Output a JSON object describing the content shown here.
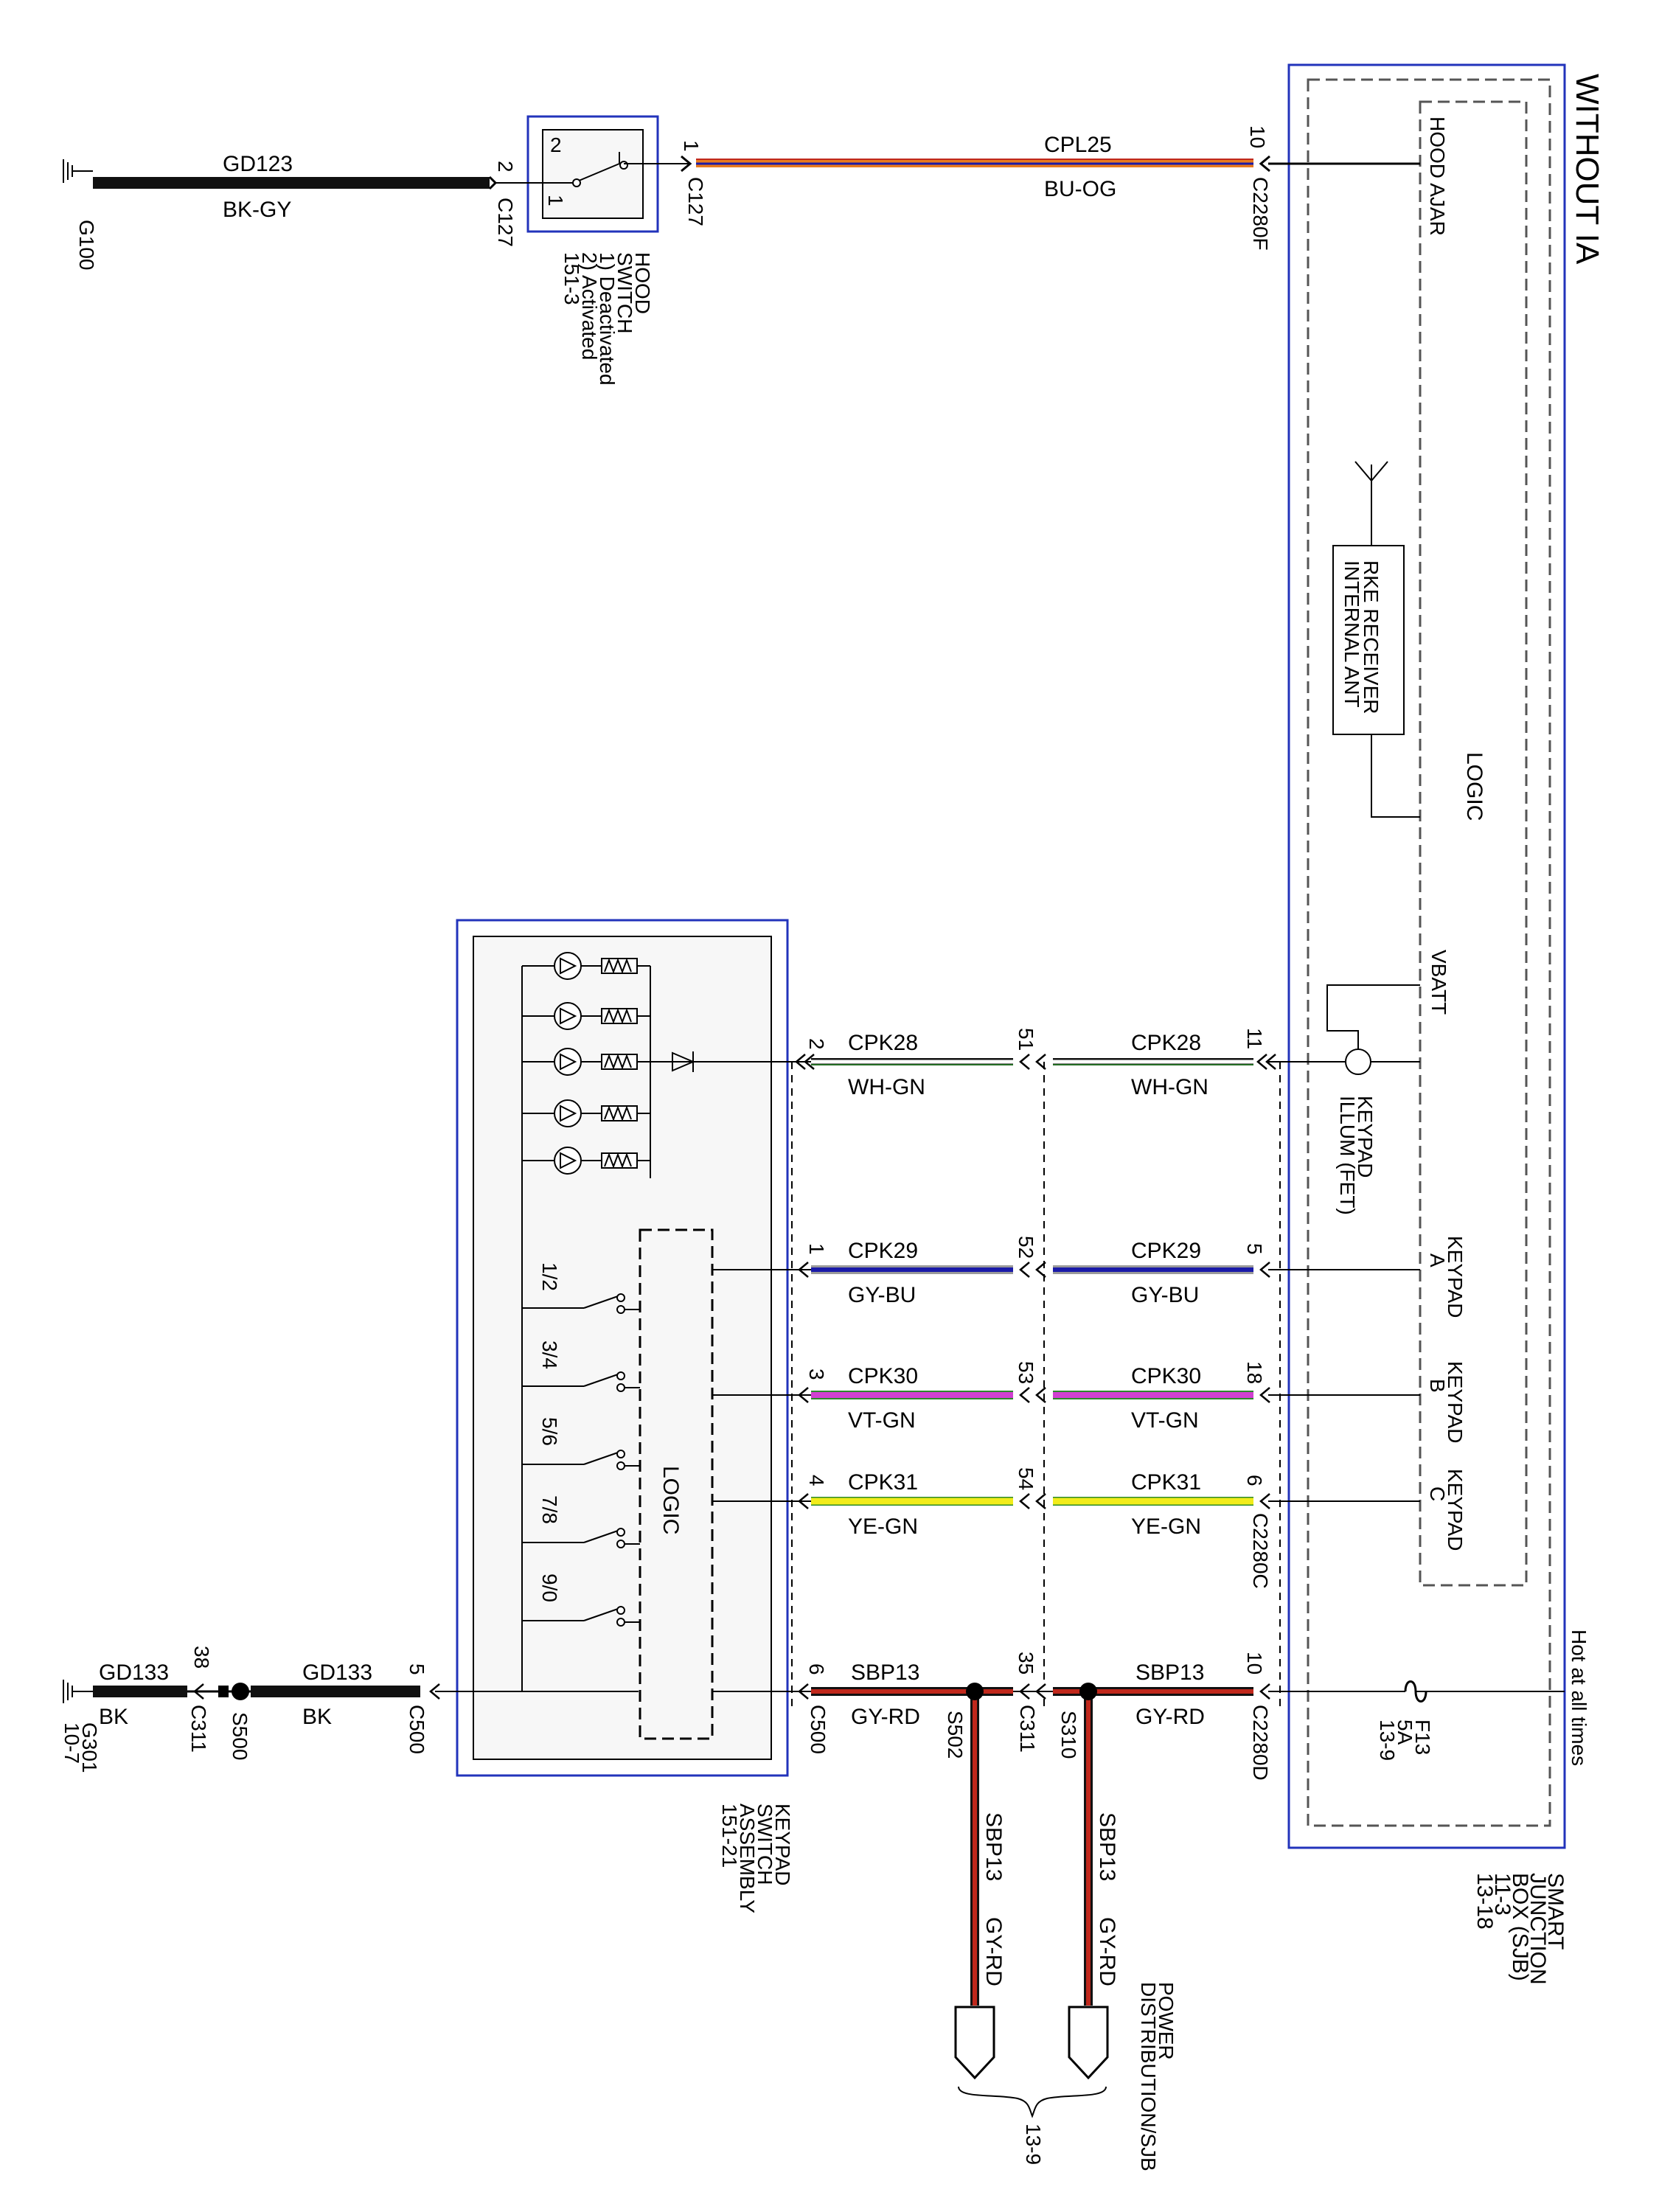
{
  "header": {
    "title": "WITHOUT IA"
  },
  "modules": {
    "sjb": {
      "name_lines": [
        "SMART",
        "JUNCTION",
        "BOX (SJB)",
        "11-3",
        "13-18"
      ],
      "logic_label": "LOGIC",
      "rke_lines": [
        "RKE RECEIVER",
        "INTERNAL ANT"
      ],
      "hood_ajar": "HOOD AJAR",
      "vbatt": "VBATT",
      "keypad_illum": [
        "KEYPAD",
        "ILLUM (FET)"
      ],
      "keypad_a": [
        "KEYPAD",
        "A"
      ],
      "keypad_b": [
        "KEYPAD",
        "B"
      ],
      "keypad_c": [
        "KEYPAD",
        "C"
      ],
      "hot_at_all_times": "Hot at all times",
      "fuse": [
        "F13",
        "5A",
        "13-9"
      ]
    },
    "hood_switch": {
      "name_lines": [
        "HOOD",
        "SWITCH",
        "1) Deactivated",
        "2) Activated",
        "151-3"
      ],
      "pin1": "1",
      "pin2": "2"
    },
    "keypad_switch": {
      "name_lines": [
        "KEYPAD",
        "SWITCH",
        "ASSEMBLY",
        "151-21"
      ],
      "logic_label": "LOGIC",
      "switch_labels": [
        "1/2",
        "3/4",
        "5/6",
        "7/8",
        "9/0"
      ]
    },
    "power_distribution": {
      "name_lines": [
        "POWER",
        "DISTRIBUTION/SJB"
      ],
      "ref": "13-9"
    }
  },
  "grounds": {
    "g100": "G100",
    "g301": [
      "G301",
      "10-7"
    ]
  },
  "splices": {
    "s500": "S500",
    "s502": "S502",
    "s310": "S310"
  },
  "circuits": {
    "gd123": {
      "name": "GD123",
      "color": "BK-GY",
      "pin_sw": "2",
      "conn_sw": "C127"
    },
    "cpl25": {
      "name": "CPL25",
      "color": "BU-OG",
      "pin_a": "1",
      "conn_a": "C127",
      "pin_b": "10",
      "conn_b": "C2280F"
    },
    "cpk28": {
      "name": "CPK28",
      "color": "WH-GN",
      "pins": [
        "2",
        "51",
        "11"
      ]
    },
    "cpk29": {
      "name": "CPK29",
      "color": "GY-BU",
      "pins": [
        "1",
        "52",
        "5"
      ]
    },
    "cpk30": {
      "name": "CPK30",
      "color": "VT-GN",
      "pins": [
        "3",
        "53",
        "18"
      ]
    },
    "cpk31": {
      "name": "CPK31",
      "color": "YE-GN",
      "pins": [
        "4",
        "54",
        "6"
      ],
      "conn_sjb": "C2280C"
    },
    "sbp13": {
      "name": "SBP13",
      "color": "GY-RD",
      "pins": [
        "6",
        "35",
        "10"
      ],
      "conns": [
        "C500",
        "C311",
        "C2280D"
      ]
    },
    "gd133": {
      "name": "GD133",
      "color": "BK",
      "pins": [
        "5",
        "38"
      ],
      "conns": [
        "C500",
        "C311"
      ]
    }
  },
  "wire_colors": {
    "black": "#111111",
    "blue": "#1a1aa8",
    "red": "#c0281c",
    "orange": "#e87a1e",
    "gray": "#9a9a9a",
    "green": "#2a8a2a",
    "violet": "#d040d0",
    "yellow": "#f2ec1a",
    "module_border": "#2233bb"
  }
}
